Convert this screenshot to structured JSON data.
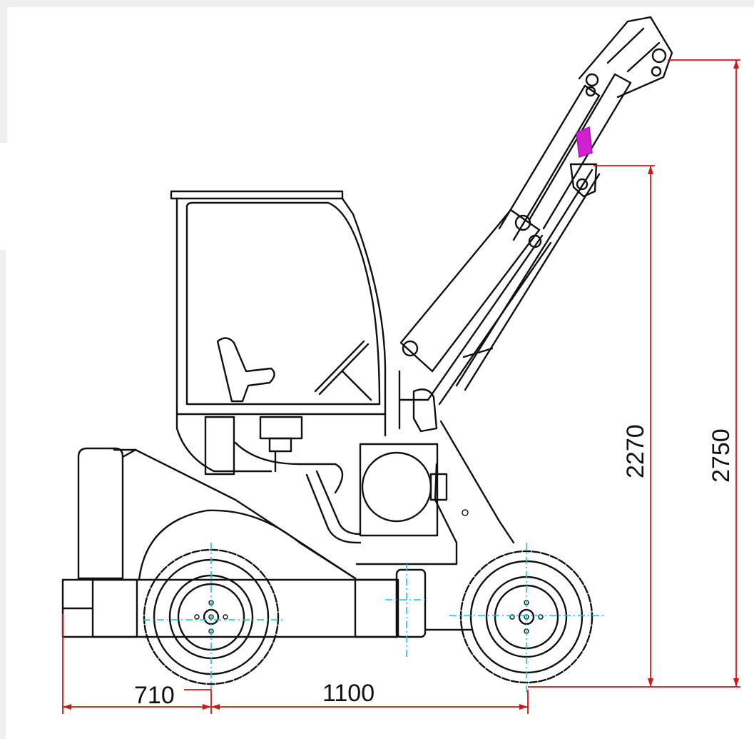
{
  "dimensions": {
    "front_overhang": "710",
    "wheelbase": "1100",
    "pin_height": "2270",
    "overall_height": "2750"
  },
  "colors": {
    "outline": "#111111",
    "dimension_line": "#dd1111",
    "center_line": "#19c6e0",
    "highlight": "#d020d0"
  }
}
